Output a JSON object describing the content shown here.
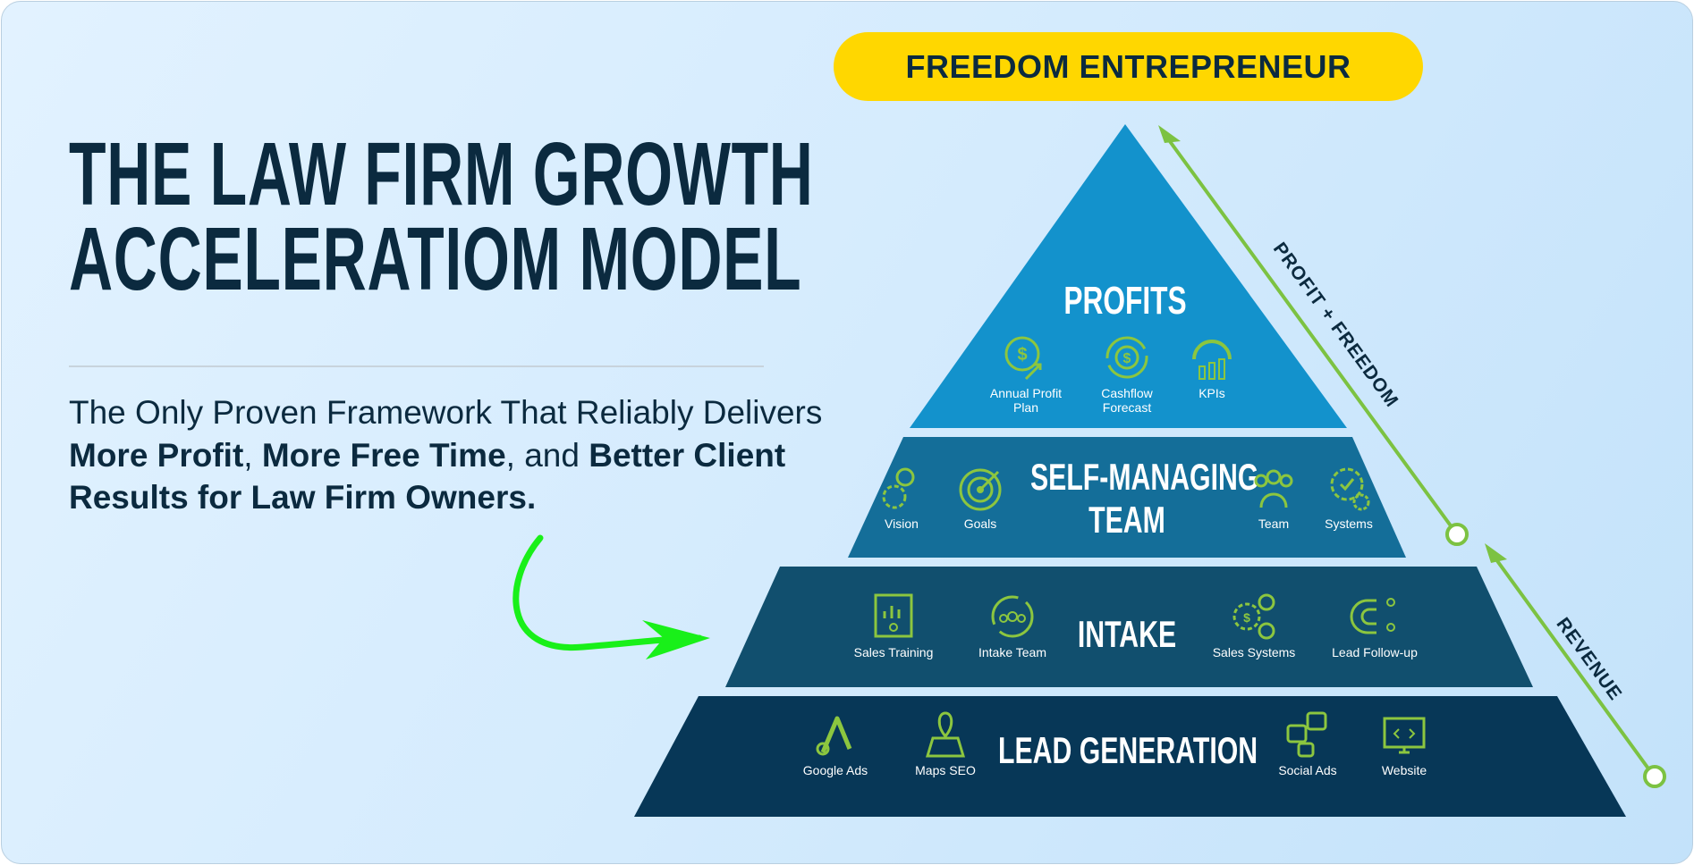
{
  "title": {
    "line1": "THE LAW FIRM GROWTH",
    "line2": "ACCELERATIOM MODEL"
  },
  "subtitle": {
    "p1": "The Only Proven Framework That Reliably Delivers ",
    "b1": "More Profit",
    "p2": ", ",
    "b2": "More Free Time",
    "p3": ", and ",
    "b3": "Better Client Results for Law Firm Owners."
  },
  "badge": "FREEDOM ENTREPRENEUR",
  "arrows": {
    "upper": "PROFIT + FREEDOM",
    "lower": "REVENUE"
  },
  "tiers": {
    "profits": {
      "title": "PROFITS",
      "items": [
        {
          "l1": "Annual Profit",
          "l2": "Plan"
        },
        {
          "l1": "Cashflow",
          "l2": "Forecast"
        },
        {
          "l1": "KPIs"
        }
      ]
    },
    "team": {
      "title1": "SELF-MANAGING",
      "title2": "TEAM",
      "items": [
        {
          "l1": "Vision"
        },
        {
          "l1": "Goals"
        },
        {
          "l1": "Team"
        },
        {
          "l1": "Systems"
        }
      ]
    },
    "intake": {
      "title": "INTAKE",
      "items": [
        {
          "l1": "Sales Training"
        },
        {
          "l1": "Intake Team"
        },
        {
          "l1": "Sales Systems"
        },
        {
          "l1": "Lead Follow-up"
        }
      ]
    },
    "leads": {
      "title": "LEAD GENERATION",
      "items": [
        {
          "l1": "Google Ads"
        },
        {
          "l1": "Maps SEO"
        },
        {
          "l1": "Social Ads"
        },
        {
          "l1": "Website"
        }
      ]
    }
  },
  "colors": {
    "tier1": "#1392cc",
    "tier2": "#146e99",
    "tier3": "#114f6e",
    "tier4": "#073757",
    "accent": "#8cc63f",
    "badge": "#ffd700",
    "arrow": "#19f019"
  }
}
